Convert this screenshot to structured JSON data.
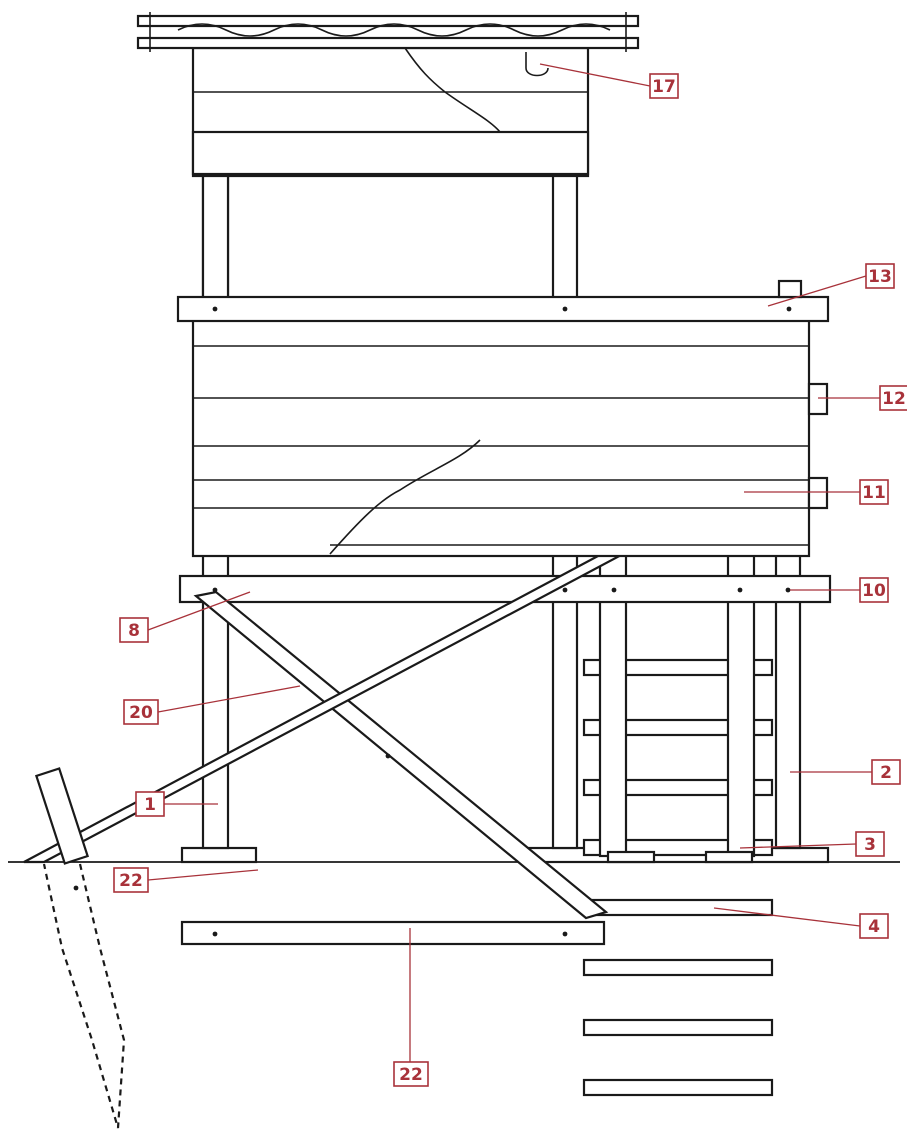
{
  "diagram": {
    "ink_color": "#1a1a1a",
    "callout_color": "#a8323a",
    "callouts": [
      {
        "id": "17",
        "label": "17"
      },
      {
        "id": "13",
        "label": "13"
      },
      {
        "id": "12",
        "label": "12"
      },
      {
        "id": "11",
        "label": "11"
      },
      {
        "id": "10",
        "label": "10"
      },
      {
        "id": "8",
        "label": "8"
      },
      {
        "id": "20",
        "label": "20"
      },
      {
        "id": "1",
        "label": "1"
      },
      {
        "id": "2",
        "label": "2"
      },
      {
        "id": "3",
        "label": "3"
      },
      {
        "id": "22a",
        "label": "22"
      },
      {
        "id": "4",
        "label": "4"
      },
      {
        "id": "22b",
        "label": "22"
      }
    ]
  }
}
